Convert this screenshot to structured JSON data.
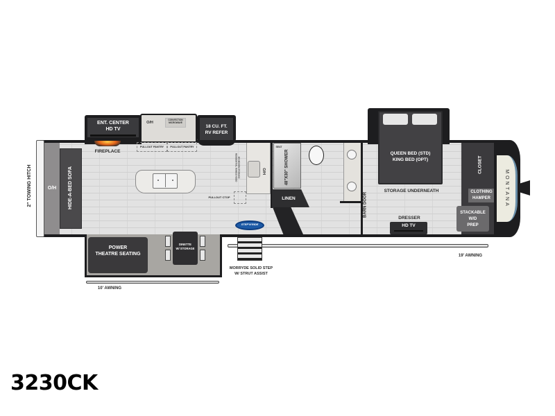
{
  "model": "3230CK",
  "brand": "MONTANA",
  "hitch": {
    "label": "2\" TOWING HITCH"
  },
  "front_cap": {
    "brand_text": "MONTANA"
  },
  "rooms": {
    "living": {
      "overhead": "O/H",
      "sofa": "HIDE-A-BED SOFA",
      "ent_center": "ENT. CENTER\nHD TV",
      "ent_center_line1": "ENT. CENTER",
      "ent_center_line2": "HD TV",
      "fireplace": "FIREPLACE",
      "theatre_seating_line1": "POWER",
      "theatre_seating_line2": "THEATRE SEATING",
      "dinette_line1": "DINETTE",
      "dinette_line2": "W/ STORAGE"
    },
    "kitchen": {
      "overhead": "O/H",
      "microwave_line1": "CONVECTION",
      "microwave_line2": "MICROWAVE",
      "pantry_1": "PULLOUT PANTRY",
      "pantry_2": "PULLOUT PANTRY",
      "refer_line1": "18 CU. FT.",
      "refer_line2": "RV REFER",
      "range_line1": "RESIDENTIAL RANGE HOOD",
      "range_line2": "W/ HIDDEN STORAGE",
      "range_overhead": "O/H",
      "pullout_ctop": "PULLOUT CTOP",
      "logo": "STEP'N'RIDE"
    },
    "bath": {
      "seat": "SEAT",
      "shower": "48\"X30\" SHOWER",
      "linen": "LINEN"
    },
    "bedroom": {
      "bed_line1": "QUEEN BED (STD)",
      "bed_line2": "KING BED (OPT)",
      "storage": "STORAGE UNDERNEATH",
      "barn_door": "BARN DOOR",
      "dresser": "DRESSER",
      "tv": "HD TV",
      "closet": "CLOSET",
      "hamper_line1": "CLOTHING",
      "hamper_line2": "HAMPER",
      "wd_line1": "STACKABLE",
      "wd_line2": "W/D",
      "wd_line3": "PREP"
    }
  },
  "exterior": {
    "awning_rear": "10' AWNING",
    "awning_front": "19' AWNING",
    "step_line1": "MORRYDE SOLID STEP",
    "step_line2": "W/ STRUT ASSIST"
  },
  "colors": {
    "wall": "#1d1d1f",
    "dark_furniture": "#3a3a3d",
    "floor": "#e2e2e2",
    "carpet": "#a8a6a2",
    "logo_blue": "#1d5aa6",
    "cap_cream": "#ecebe0"
  }
}
